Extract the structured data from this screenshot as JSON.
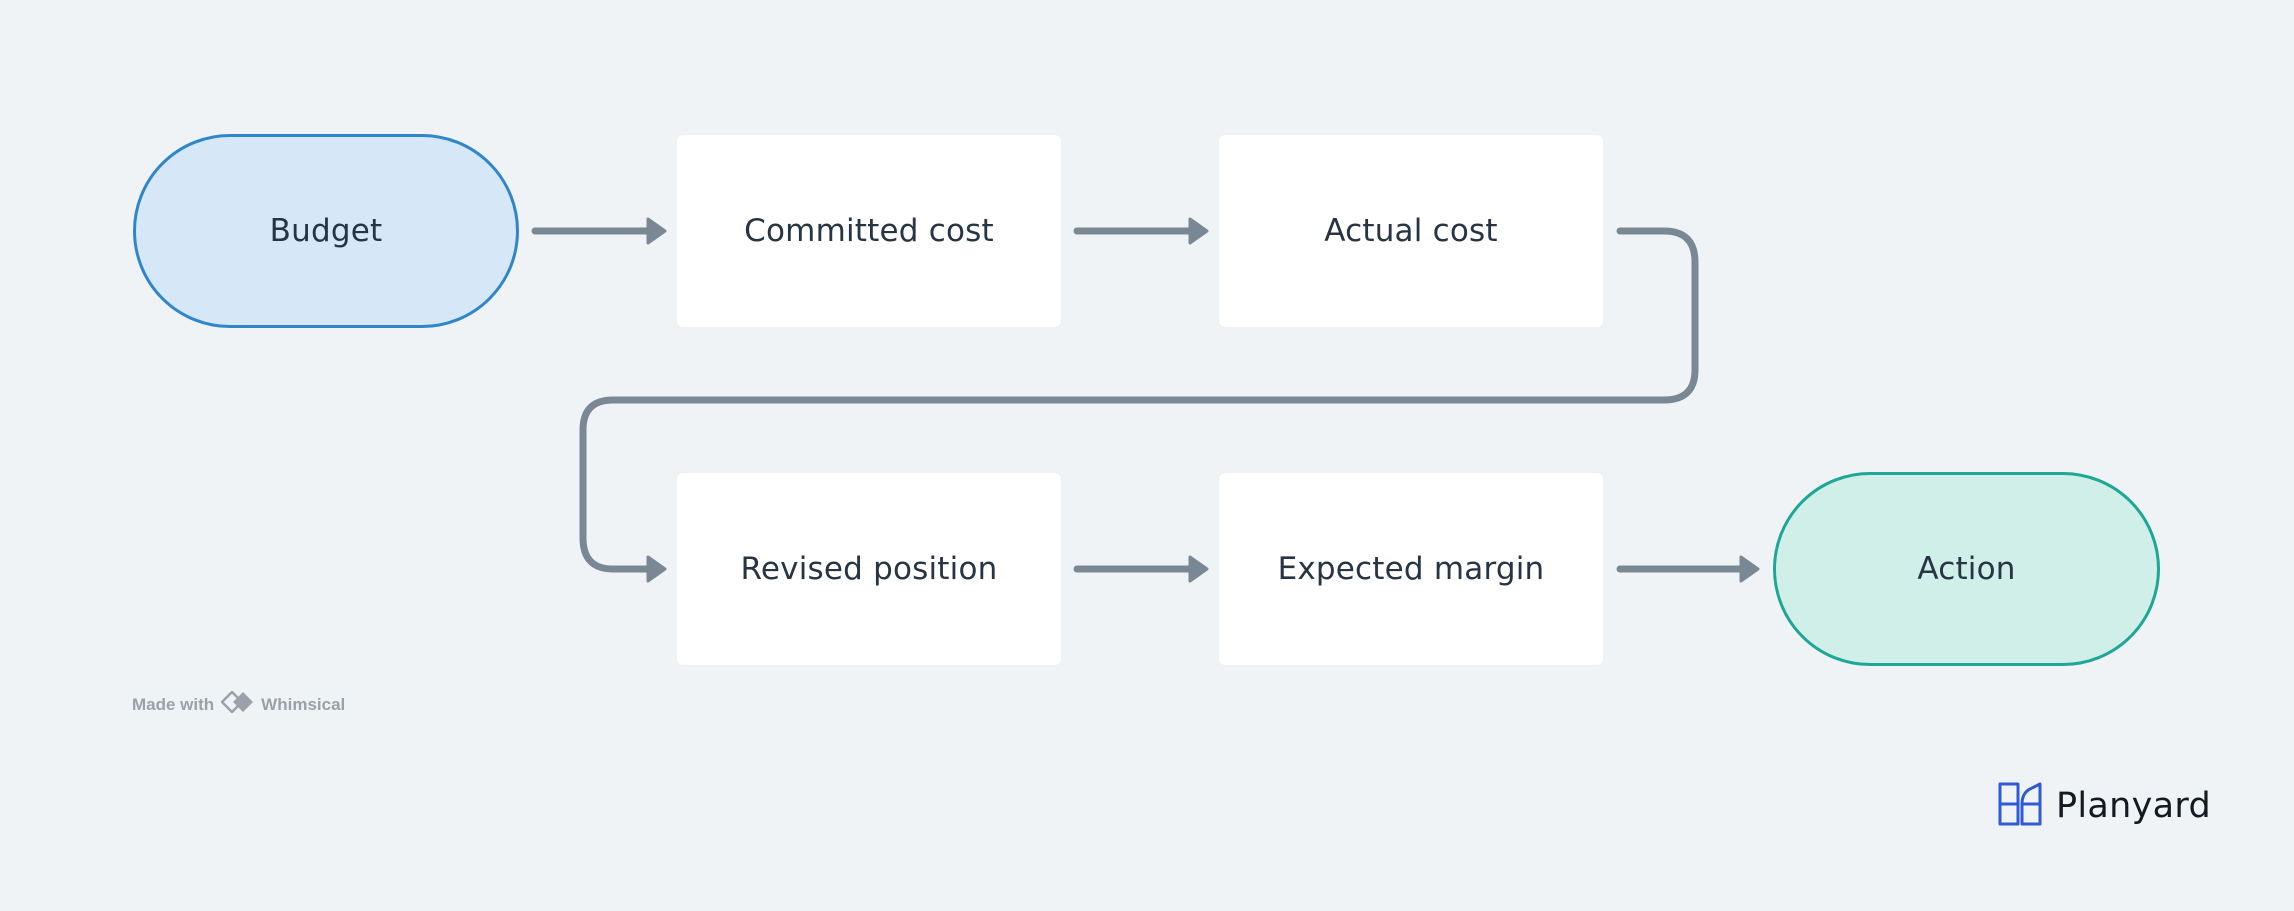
{
  "colors": {
    "background": "#f0f3f6",
    "connector": "#7a8794",
    "box_fill": "#ffffff",
    "text": "#263444",
    "start_fill": "#d6e7f7",
    "start_border": "#2f86c9",
    "end_fill": "#d0efe9",
    "end_border": "#1ea696",
    "brand_blue": "#2f5ad6"
  },
  "nodes": {
    "budget": {
      "label": "Budget",
      "shape": "pill"
    },
    "committed": {
      "label": "Committed cost",
      "shape": "box"
    },
    "actual": {
      "label": "Actual cost",
      "shape": "box"
    },
    "revised": {
      "label": "Revised position",
      "shape": "box"
    },
    "expected": {
      "label": "Expected margin",
      "shape": "box"
    },
    "action": {
      "label": "Action",
      "shape": "pill"
    }
  },
  "flow": [
    "budget",
    "committed",
    "actual",
    "revised",
    "expected",
    "action"
  ],
  "watermark": {
    "prefix": "Made with",
    "product": "Whimsical",
    "icon": "whimsical-logo-icon"
  },
  "brand": {
    "name": "Planyard",
    "icon": "planyard-logo-icon"
  }
}
